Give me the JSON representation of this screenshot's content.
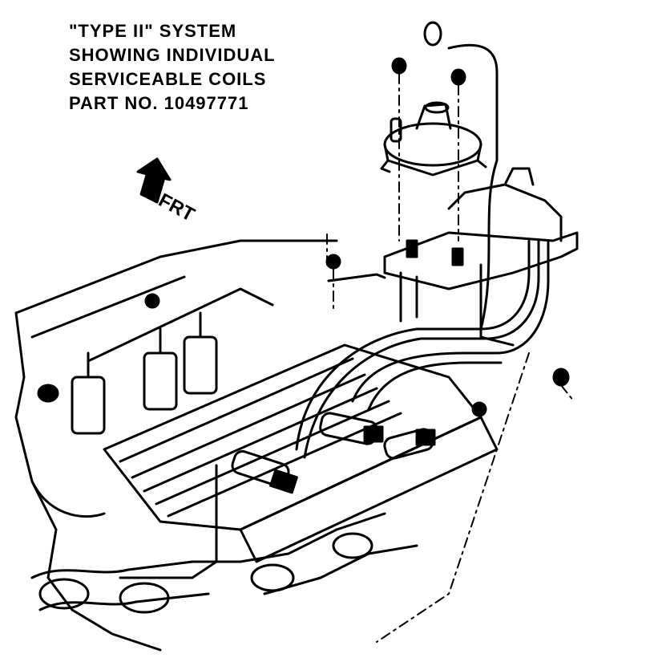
{
  "caption": {
    "line1": "\"TYPE II\" SYSTEM",
    "line2": "SHOWING INDIVIDUAL",
    "line3": "SERVICEABLE COILS",
    "line4": "PART NO. 10497771"
  },
  "direction_label": "FRT",
  "colors": {
    "ink": "#000000",
    "paper": "#ffffff"
  }
}
